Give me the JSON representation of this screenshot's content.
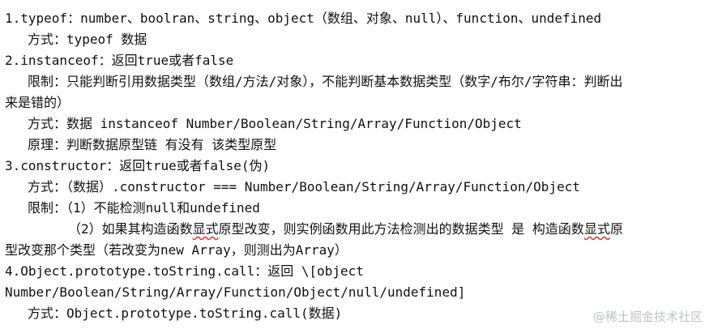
{
  "document": {
    "lines": [
      "1.typeof：number、boolran、string、object（数组、对象、null）、function、undefined",
      "方式：typeof 数据",
      "2.instanceof：返回true或者false",
      "限制：只能判断引用数据类型（数组/方法/对象），不能判断基本数据类型（数字/布尔/字符串：判断出",
      "来是错的）",
      "方式：数据 instanceof Number/Boolean/String/Array/Function/Object",
      "原理：判断数据原型链 有没有 该类型原型",
      "3.constructor：返回true或者false(伪)",
      "方式：（数据）.constructor === Number/Boolean/String/Array/Function/Object",
      "限制：（1）不能检测null和undefined",
      {
        "before_first": "（2）如果其构造函数",
        "first_marked": "显式",
        "middle": "原型改变，则实例函数用此方法检测出的数据类型 是 构造函数",
        "second_marked": "显式",
        "after_second": "原"
      },
      "型改变那个类型（若改变为new Array，则测出为Array）",
      "4.Object.prototype.toString.call：返回 \\[object",
      "Number/Boolean/String/Array/Function/Object/null/undefined]",
      "方式：Object.prototype.toString.call(数据)"
    ]
  },
  "watermark": {
    "text": "@稀土掘金技术社区"
  }
}
